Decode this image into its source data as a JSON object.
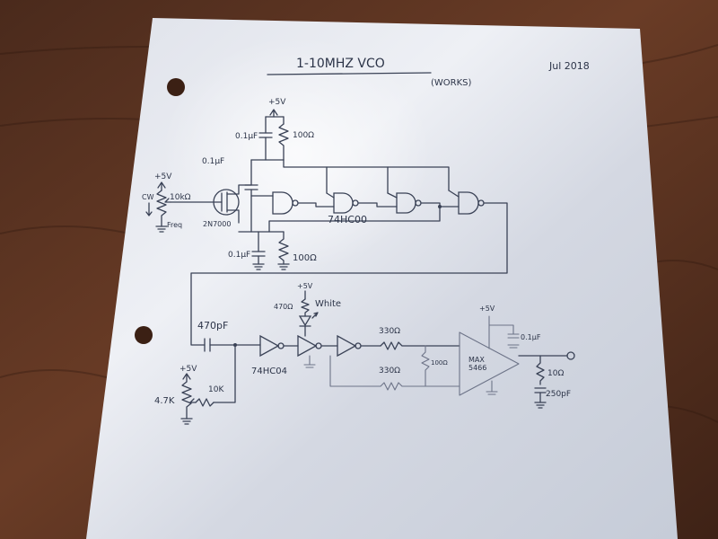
{
  "page": {
    "title": "1-10MHZ VCO",
    "status_note": "(WORKS)",
    "date": "Jul 2018"
  },
  "labels": {
    "supply_top": "+5V",
    "cap_top": "0.1µF",
    "res_top": "100Ω",
    "cap_gate": "0.1µF",
    "pot_supply": "+5V",
    "pot_cw": "CW",
    "pot_value": "10kΩ",
    "pot_freq": "Freq",
    "fet_part": "2N7000",
    "osc_ic": "74HC00",
    "cap_bottom": "0.1µF",
    "res_bottom": "100Ω",
    "cap_couple": "470pF",
    "res_led": "470Ω",
    "supply_led": "+5V",
    "led_color": "White",
    "inv_ic": "74HC04",
    "bias_supply": "+5V",
    "bias_pot": "4.7K",
    "bias_res": "10K",
    "res_upper": "330Ω",
    "res_lower": "330Ω",
    "res_shunt": "100Ω",
    "amp_supply": "+5V",
    "amp_part": "MAX\n5466",
    "cap_amp": "0.1µF",
    "res_out": "10Ω",
    "cap_out": "250pF"
  },
  "colors": {
    "paper": "#d9dde6",
    "table": "#5a3322",
    "ink": "#3a4256"
  }
}
